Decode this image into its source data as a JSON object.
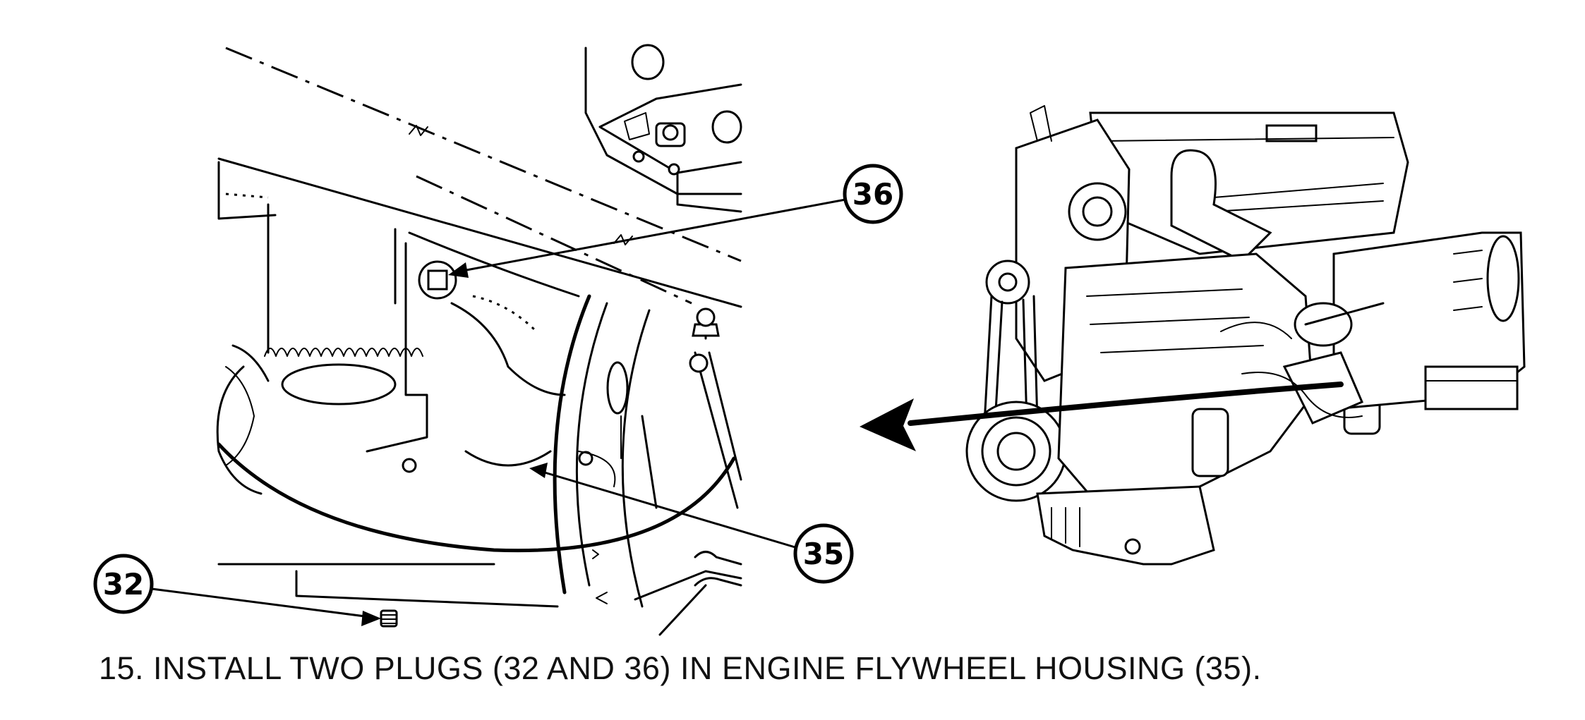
{
  "callouts": {
    "plug_top": "36",
    "flywheel_housing": "35",
    "plug_bottom": "32"
  },
  "caption": "15. INSTALL TWO PLUGS (32 AND 36) IN ENGINE FLYWHEEL HOUSING (35)."
}
